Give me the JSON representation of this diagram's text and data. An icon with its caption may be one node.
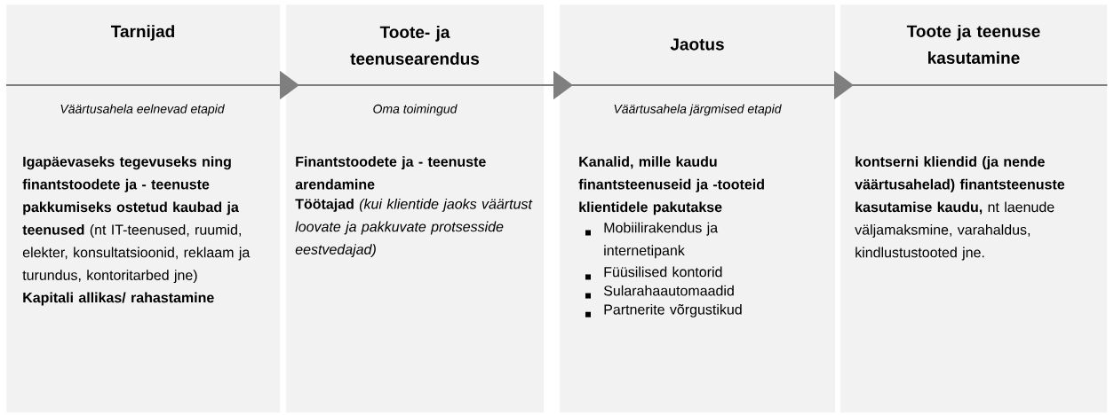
{
  "diagram": {
    "nodes": [
      {
        "text": [
          "Tarnijad",
          "**Igapäevaseks tegevuseks ning finantstoodete ja - teenuste pakkumiseks ostetud kaubad ja teenused** (nt IT-teenused, ruumid, elekter, konsultatsioonid, reklaam ja turundus, kontoritarbed jne)",
          "Kapitali allikas/ rahastamine"
        ]
      },
      {
        "text": [
          "Toote- ja teenusearendus",
          "Finantstoodete ja - teenuste arendamine",
          "**Töötajad** *(kui klientide jaoks väärtust loovate ja pakkuvate protsesside eestvedajad)*"
        ]
      },
      {
        "text": [
          "Jaotus",
          "Kanalid, mille kaudu finantsteenuseid ja -tooteid klientidele pakutakse",
          "Mobiilirakendus ja internetipank",
          "Füüsilised kontorid",
          "Sularahaautomaadid",
          "Partnerite võrgustikud"
        ]
      },
      {
        "text": [
          "Toote ja teenuse kasutamine",
          "**kontserni kliendid (ja nende väärtusahelad) finantsteenuste kasutamise kaudu,** nt laenude väljamaksmine, varahaldus, kindlustustooted jne."
        ]
      }
    ],
    "edges": [
      {
        "from": 0,
        "to": 1,
        "arrow": "to"
      },
      {
        "from": 1,
        "to": 2,
        "arrow": "to"
      },
      {
        "from": 2,
        "to": 3,
        "arrow": "to"
      }
    ],
    "labels": [
      "Väärtusahela eelnevad etapid",
      "Oma toimingud",
      "Väärtusahela järgmised etapid"
    ]
  }
}
